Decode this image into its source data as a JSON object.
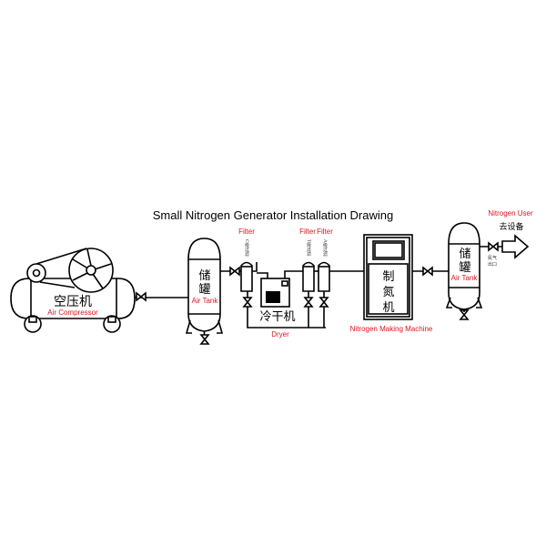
{
  "title": "Small Nitrogen Generator Installation Drawing",
  "air_compressor": {
    "cn": "空压机",
    "en": "Air Compressor"
  },
  "air_tank_1": {
    "cn_1": "储",
    "cn_2": "罐",
    "en": "Air Tank"
  },
  "filter_1": {
    "en": "Filter",
    "cn": "C级过滤"
  },
  "filter_2": {
    "en": "Filter",
    "cn": "T级过滤"
  },
  "filter_3": {
    "en": "Filter",
    "cn": "A级过滤"
  },
  "dryer": {
    "cn": "冷干机",
    "en": "Dryer"
  },
  "nitrogen_machine": {
    "cn_1": "制",
    "cn_2": "氮",
    "cn_3": "机",
    "en": "Nitrogen Making Machine"
  },
  "air_tank_2": {
    "cn_1": "储",
    "cn_2": "罐",
    "en": "Air Tank"
  },
  "outlet": {
    "cn_1": "氮气",
    "cn_2": "出口"
  },
  "nitrogen_user": {
    "en": "Nitrogen User",
    "cn": "去设备"
  },
  "colors": {
    "label_red": "#e0141e",
    "line": "#000000"
  }
}
